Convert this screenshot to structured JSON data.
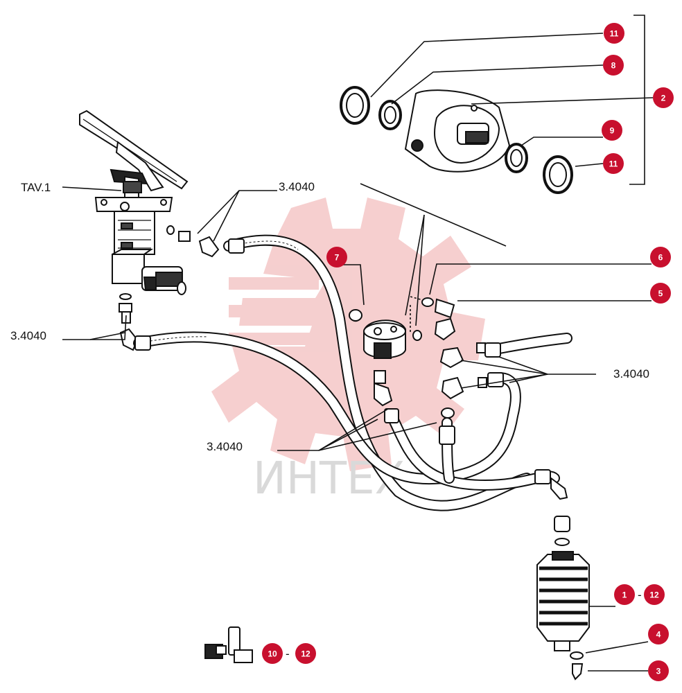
{
  "watermark": {
    "brand_text": "ИНТЕХ",
    "logo_color": "#f4c7c7",
    "text_color": "#d9d9d9"
  },
  "colors": {
    "callout_fill": "#c8102e",
    "line": "#111111"
  },
  "labels": {
    "tav": "TAV.1",
    "ref_top": "3.4040",
    "ref_left": "3.4040",
    "ref_right": "3.4040",
    "ref_bottom": "3.4040"
  },
  "callouts": {
    "c11_top": "11",
    "c8": "8",
    "c2": "2",
    "c9": "9",
    "c11_bottom": "11",
    "c7": "7",
    "c6": "6",
    "c5": "5",
    "c1": "1",
    "c12_right": "12",
    "c4": "4",
    "c3": "3",
    "c10": "10",
    "c12_bottom": "12",
    "range_dash": "-"
  }
}
